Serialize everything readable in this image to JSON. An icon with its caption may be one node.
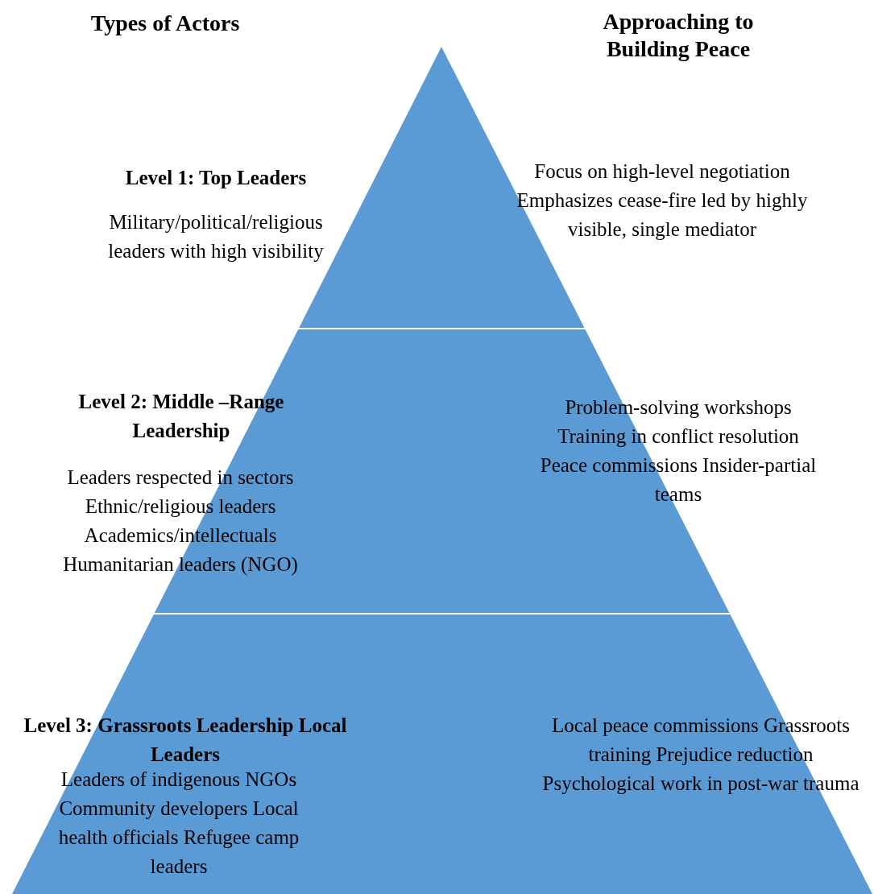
{
  "diagram": {
    "nodes": [
      {
        "text": [
          "Level 1:  Top Leaders",
          "Military/political/religious leaders with high visibility",
          "Focus on high-level negotiation Emphasizes cease-fire led by highly visible, single mediator"
        ]
      },
      {
        "text": [
          "Level 2: Middle –Range Leadership",
          "Leaders respected in sectors Ethnic/religious leaders Academics/intellectuals Humanitarian leaders (NGO)",
          "Problem-solving workshops Training in conflict resolution Peace commissions Insider-partial teams"
        ]
      },
      {
        "text": [
          "Level 3: Grassroots Leadership Local Leaders",
          "Leaders of indigenous NGOs Community developers Local health officials Refugee camp leaders",
          "Local peace commissions Grassroots training Prejudice reduction Psychological work in post-war trauma"
        ]
      }
    ],
    "labels": [
      "Types of Actors",
      "Approaching to Building Peace"
    ]
  }
}
